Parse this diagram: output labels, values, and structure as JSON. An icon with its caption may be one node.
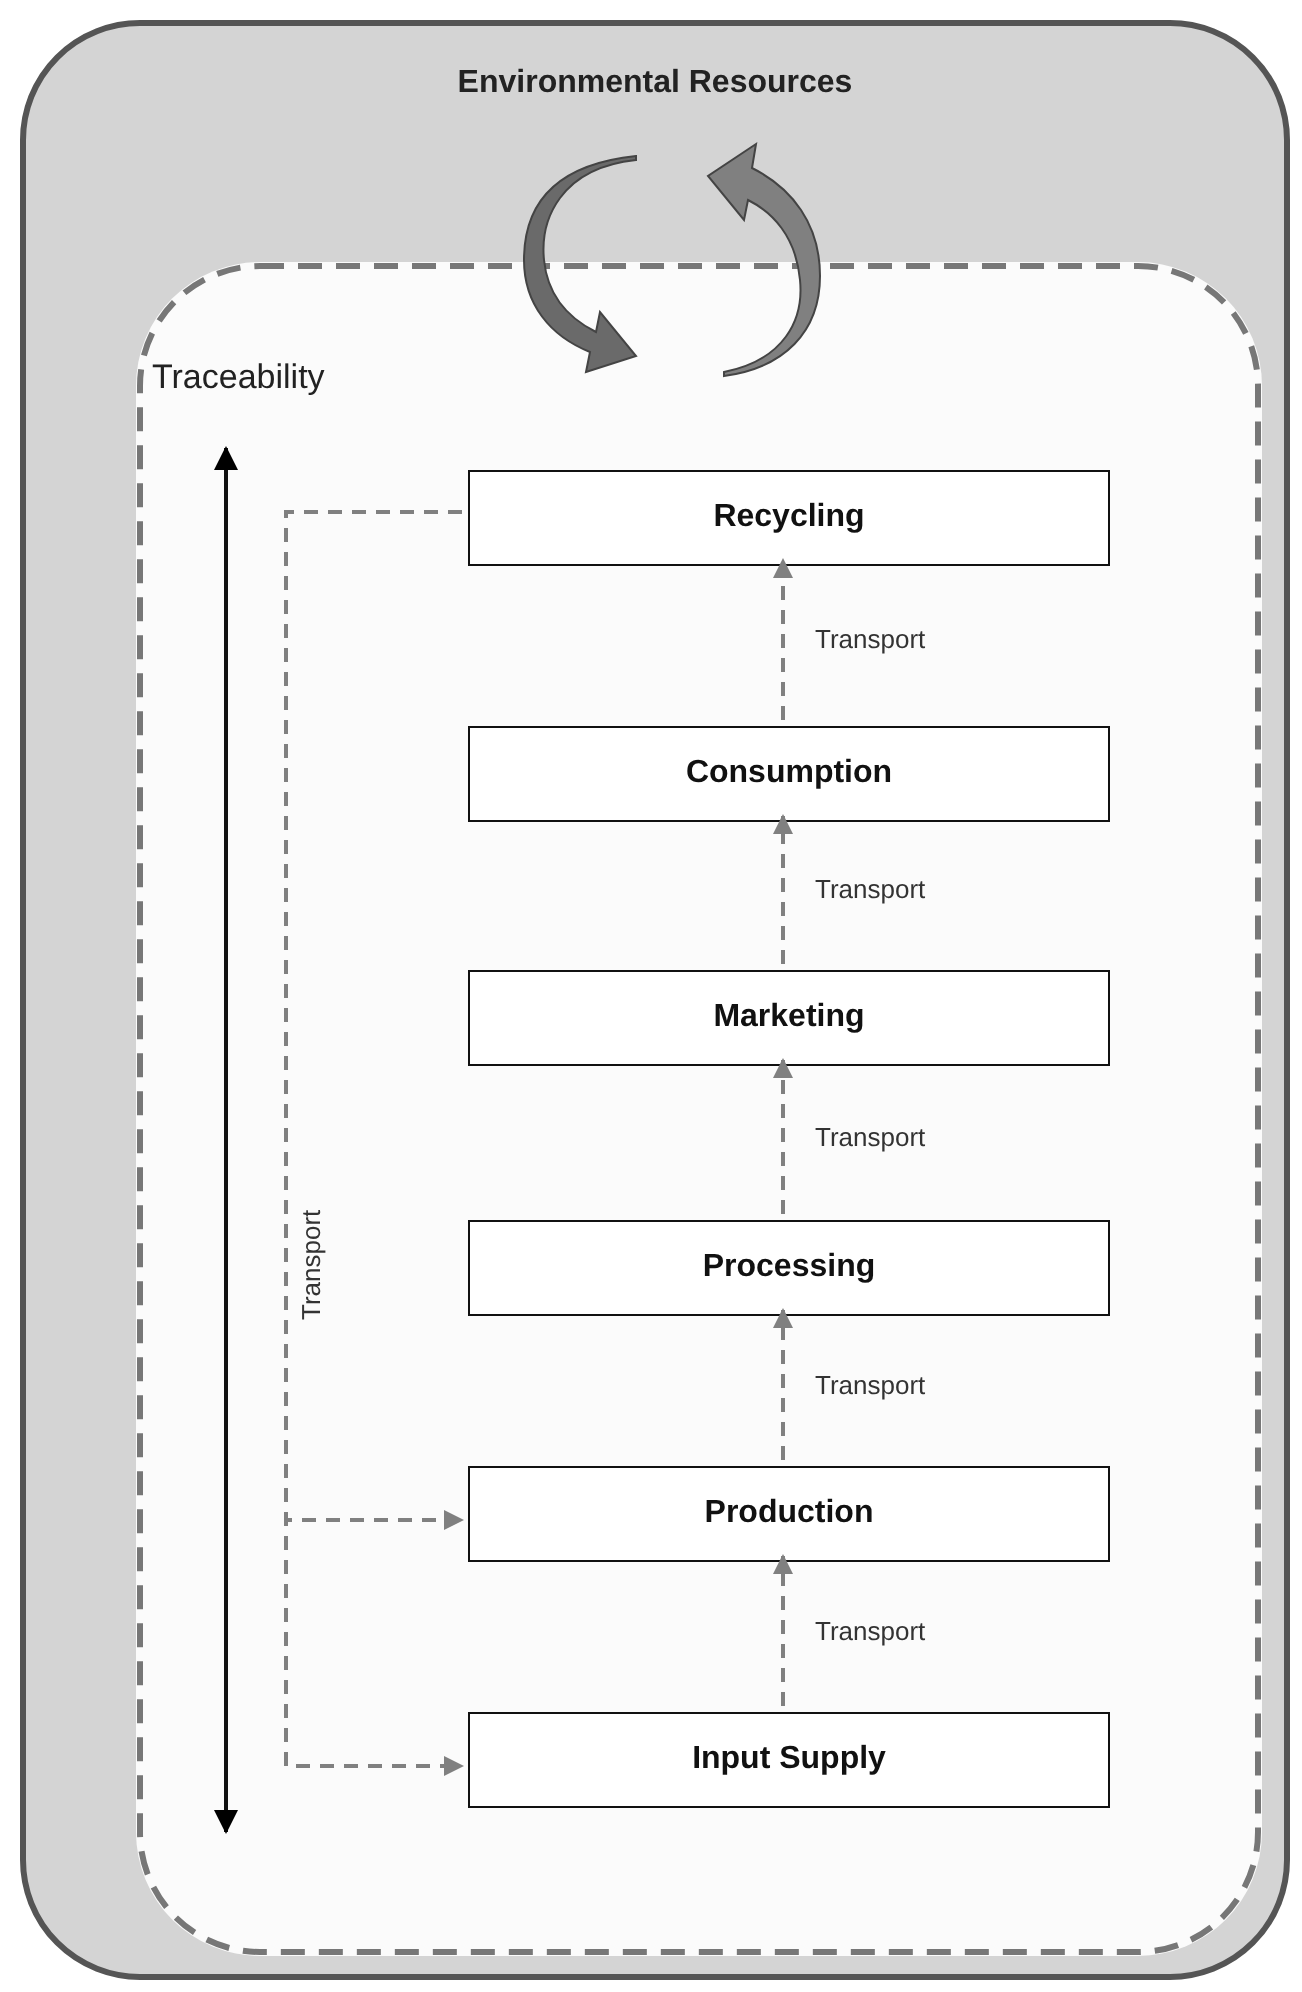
{
  "diagram": {
    "nodes": [
      {
        "text": [
          "Environmental Resources"
        ]
      },
      {
        "text": [
          "Traceability"
        ],
        "in": 0
      },
      {
        "text": [
          "Recycling"
        ],
        "in": 1
      },
      {
        "text": [
          "Consumption"
        ],
        "in": 1
      },
      {
        "text": [
          "Marketing"
        ],
        "in": 1
      },
      {
        "text": [
          "Processing"
        ],
        "in": 1
      },
      {
        "text": [
          "Production"
        ],
        "in": 1
      },
      {
        "text": [
          "Input Supply"
        ],
        "in": 1
      }
    ],
    "edges": [
      {
        "from": 7,
        "to": 6,
        "arrow": "to",
        "label": "Transport",
        "style": "dashed"
      },
      {
        "from": 6,
        "to": 5,
        "arrow": "to",
        "label": "Transport",
        "style": "dashed"
      },
      {
        "from": 5,
        "to": 4,
        "arrow": "to",
        "label": "Transport",
        "style": "dashed"
      },
      {
        "from": 4,
        "to": 3,
        "arrow": "to",
        "label": "Transport",
        "style": "dashed"
      },
      {
        "from": 3,
        "to": 2,
        "arrow": "to",
        "label": "Transport",
        "style": "dashed"
      },
      {
        "from": 2,
        "to": 6,
        "arrow": "to",
        "label": "Transport",
        "style": "dashed"
      },
      {
        "from": 2,
        "to": 7,
        "arrow": "to",
        "style": "dashed"
      }
    ]
  }
}
